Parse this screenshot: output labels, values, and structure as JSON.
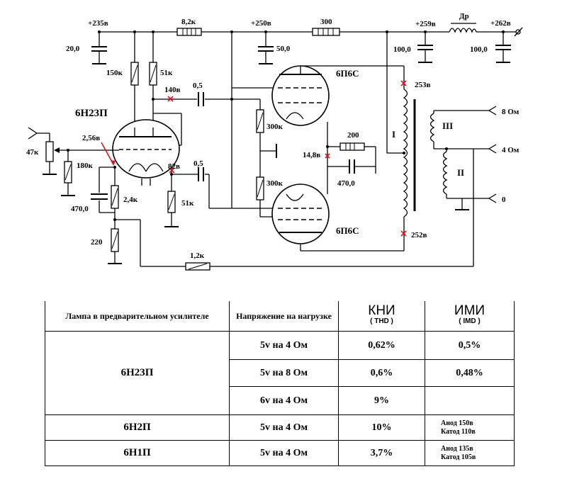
{
  "schematic": {
    "voltages": {
      "v235": "+235в",
      "v250": "+250в",
      "v259": "+259в",
      "v262": "+262в",
      "v140": "140в",
      "v82": "82в",
      "v148": "14,8в",
      "v253": "253в",
      "v252": "252в",
      "v256": "2,56в"
    },
    "parts": {
      "r82k": "8,2к",
      "r300": "300",
      "choke": "Др",
      "c20": "20,0",
      "c50": "50,0",
      "c100a": "100,0",
      "c100b": "100,0",
      "r150k": "150к",
      "r51k_a": "51к",
      "c05_a": "0,5",
      "c05_b": "0,5",
      "r51k_b": "51к",
      "r300k_a": "300к",
      "r300k_b": "300к",
      "r200": "200",
      "c470_out": "470,0",
      "r47k": "47к",
      "r180k": "180к",
      "c470_in": "470,0",
      "r24k": "2,4к",
      "r220": "220",
      "r12k": "1,2к"
    },
    "tubes": {
      "driver": "6Н23П",
      "output_top": "6П6С",
      "output_bottom": "6П6С"
    },
    "transformer": {
      "primary": "I",
      "secondary": "II",
      "tertiary": "III",
      "tap8": "8 Ом",
      "tap4": "4 Ом",
      "tap0": "0"
    },
    "colors": {
      "mark": "#e0121b"
    }
  },
  "table": {
    "headers": {
      "tube": "Лампа в предварительном усилителе",
      "load": "Напряжение на нагрузке",
      "thd": "КНИ",
      "thd_sub": "( THD )",
      "imd": "ИМИ",
      "imd_sub": "( IMD )"
    },
    "rows": [
      {
        "tube": "6Н23П",
        "load": "5v на 4 Ом",
        "thd": "0,62%",
        "imd": "0,5%"
      },
      {
        "load": "5v на 8 Ом",
        "thd": "0,6%",
        "imd": "0,48%"
      },
      {
        "load": "6v на 4 Ом",
        "thd": "9%",
        "imd": ""
      },
      {
        "tube": "6Н2П",
        "load": "5v на 4 Ом",
        "thd": "10%",
        "note1": "Анод 150в",
        "note2": "Катод 110в"
      },
      {
        "tube": "6Н1П",
        "load": "5v на 4 Ом",
        "thd": "3,7%",
        "note1": "Анод 135в",
        "note2": "Катод 105в"
      }
    ]
  }
}
